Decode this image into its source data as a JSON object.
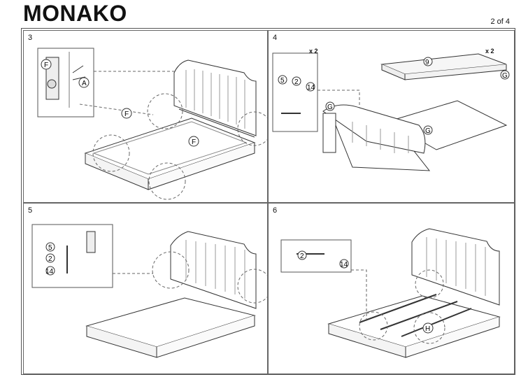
{
  "header": {
    "title": "MONAKO",
    "page": "2 of 4"
  },
  "steps": [
    {
      "number": "3",
      "labels": {
        "f": "F",
        "a": "A"
      }
    },
    {
      "number": "4",
      "labels": {
        "five": "5",
        "two": "2",
        "fourteen": "14",
        "g": "G",
        "nine": "9",
        "x2_left": "x 2",
        "x2_right": "x 2"
      }
    },
    {
      "number": "5",
      "labels": {
        "five": "5",
        "two": "2",
        "fourteen": "14"
      }
    },
    {
      "number": "6",
      "labels": {
        "two": "2",
        "fourteen": "14",
        "h": "H"
      }
    }
  ]
}
